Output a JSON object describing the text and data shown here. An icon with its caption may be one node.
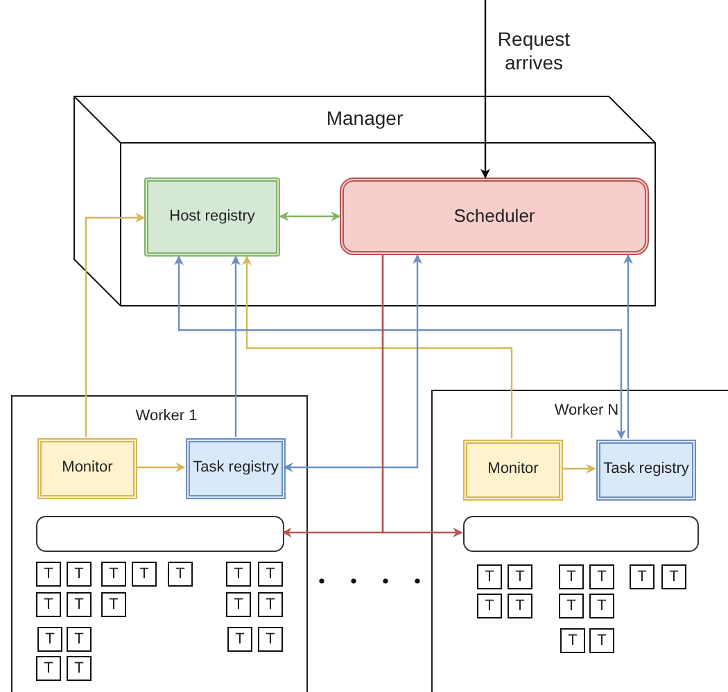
{
  "diagram": {
    "nodes": [
      {
        "text": [
          "Manager"
        ]
      },
      {
        "text": [
          "Host registry"
        ],
        "in": 0
      },
      {
        "text": [
          "Scheduler"
        ],
        "in": 0
      },
      {
        "text": [
          "Worker 1"
        ]
      },
      {
        "text": [
          "Monitor"
        ],
        "in": 3
      },
      {
        "text": [
          "Task registry"
        ],
        "in": 3
      },
      {
        "text": [],
        "shape": "box",
        "in": 3
      },
      {
        "text": [
          "T"
        ],
        "in": 3
      },
      {
        "text": [
          "T"
        ],
        "in": 3
      },
      {
        "text": [
          "T"
        ],
        "in": 3
      },
      {
        "text": [
          "T"
        ],
        "in": 3
      },
      {
        "text": [
          "T"
        ],
        "in": 3
      },
      {
        "text": [
          "T"
        ],
        "in": 3
      },
      {
        "text": [
          "T"
        ],
        "in": 3
      },
      {
        "text": [
          "T"
        ],
        "in": 3
      },
      {
        "text": [
          "T"
        ],
        "in": 3
      },
      {
        "text": [
          "T"
        ],
        "in": 3
      },
      {
        "text": [
          "T"
        ],
        "in": 3
      },
      {
        "text": [
          "T"
        ],
        "in": 3
      },
      {
        "text": [
          "T"
        ],
        "in": 3
      },
      {
        "text": [
          "T"
        ],
        "in": 3
      },
      {
        "text": [
          "T"
        ],
        "in": 3
      },
      {
        "text": [
          "T"
        ],
        "in": 3
      },
      {
        "text": [
          "T"
        ],
        "in": 3
      },
      {
        "text": [
          "T"
        ],
        "in": 3
      },
      {
        "text": [
          "Worker N"
        ]
      },
      {
        "text": [
          "Monitor"
        ],
        "in": 25
      },
      {
        "text": [
          "Task registry"
        ],
        "in": 25
      },
      {
        "text": [],
        "shape": "box",
        "in": 25
      },
      {
        "text": [
          "T"
        ],
        "in": 25
      },
      {
        "text": [
          "T"
        ],
        "in": 25
      },
      {
        "text": [
          "T"
        ],
        "in": 25
      },
      {
        "text": [
          "T"
        ],
        "in": 25
      },
      {
        "text": [
          "T"
        ],
        "in": 25
      },
      {
        "text": [
          "T"
        ],
        "in": 25
      },
      {
        "text": [
          "T"
        ],
        "in": 25
      },
      {
        "text": [
          "T"
        ],
        "in": 25
      },
      {
        "text": [
          "T"
        ],
        "in": 25
      },
      {
        "text": [
          "T"
        ],
        "in": 25
      },
      {
        "text": [
          "T"
        ],
        "in": 25
      },
      {
        "text": [
          "T"
        ],
        "in": 25
      }
    ],
    "edges": [
      {
        "from": 1,
        "to": 2,
        "arrow": "both",
        "color": "#82b366"
      },
      {
        "from": 4,
        "to": 5,
        "arrow": "to",
        "color": "#d6b656"
      },
      {
        "from": 26,
        "to": 27,
        "arrow": "to",
        "color": "#d6b656"
      },
      {
        "from": 4,
        "to": 1,
        "arrow": "to",
        "color": "#d6b656"
      },
      {
        "from": 26,
        "to": 1,
        "arrow": "to",
        "color": "#d6b656"
      },
      {
        "from": 5,
        "to": 1,
        "arrow": "to",
        "color": "#6c8ebf"
      },
      {
        "from": 2,
        "to": 5,
        "arrow": "both",
        "color": "#6c8ebf"
      },
      {
        "from": 1,
        "to": 27,
        "arrow": "both",
        "color": "#6c8ebf"
      },
      {
        "from": 27,
        "to": 2,
        "arrow": "to",
        "color": "#6c8ebf"
      },
      {
        "from": 2,
        "to": 6,
        "arrow": "to",
        "color": "#b85450"
      },
      {
        "from": 2,
        "to": 28,
        "arrow": "to",
        "color": "#b85450"
      },
      {
        "from": null,
        "to": 2,
        "arrow": "to",
        "label": "Request arrives",
        "color": "#000000"
      }
    ]
  }
}
